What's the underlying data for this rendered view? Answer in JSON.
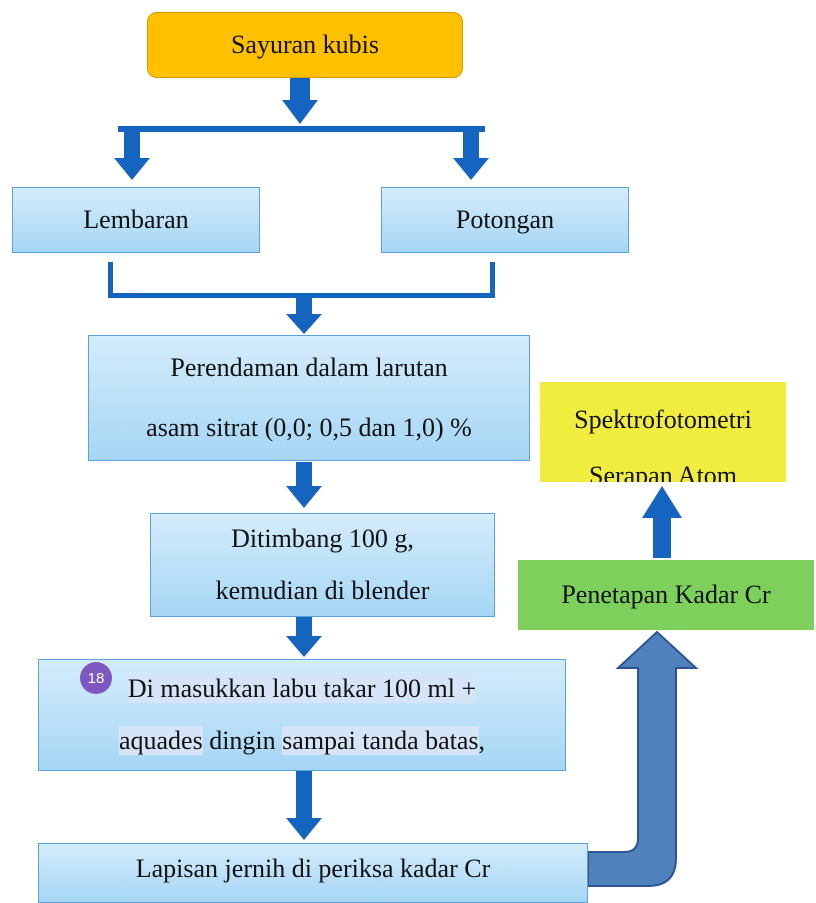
{
  "nodes": {
    "start": "Sayuran kubis",
    "lembaran": "Lembaran",
    "potongan": "Potongan",
    "perendaman": [
      "Perendaman dalam larutan",
      "asam sitrat (0,0; 0,5 dan 1,0) %"
    ],
    "ditimbang": [
      "Ditimbang 100 g,",
      "kemudian di blender"
    ],
    "masukkan": {
      "line1_a": "Di masukkan labu takar 100 ml +",
      "line2_a": "aquades",
      "line2_b": " dingin ",
      "line2_c": "sampai tanda batas",
      "line2_d": ","
    },
    "lapisan": "Lapisan jernih di periksa kadar Cr",
    "penetapan": "Penetapan Kadar Cr",
    "spektro": [
      "Spektrofotometri",
      "Serapan Atom"
    ]
  },
  "comment_badge": "18",
  "colors": {
    "arrow": "#1565c0",
    "box_blue": "#a6d6f5",
    "start_box": "#ffc000",
    "spektro_box": "#f0ed3f",
    "penetapan_box": "#7ed05c",
    "highlight": "#d6e4f8",
    "badge": "#7e57c2"
  }
}
